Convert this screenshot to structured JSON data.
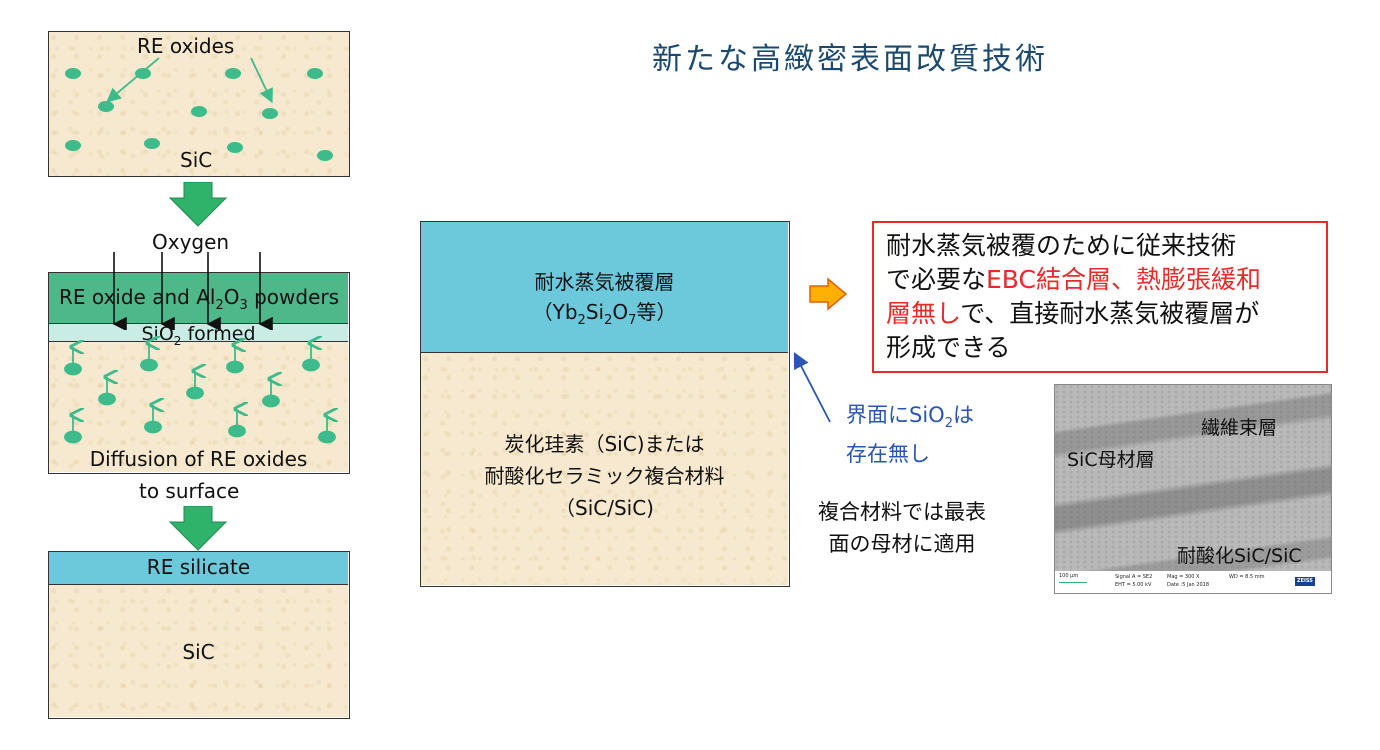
{
  "title": "新たな高緻密表面改質技術",
  "colors": {
    "dot": "#3dbb8a",
    "arrow_green": "#2fb36b",
    "sand": "#f6e9cf",
    "powder_layer": "#4fb88a",
    "silica_layer": "#c9ece4",
    "silicate_layer": "#6cc9dc",
    "coating_layer": "#6cc9dc",
    "orange_arrow": "#ffb000",
    "red_text": "#e82a2a",
    "blue_text": "#2a55b0",
    "title_color": "#1c4a6e"
  },
  "left": {
    "top_box": {
      "re_oxides": "RE oxides",
      "sic": "SiC"
    },
    "oxygen": "Oxygen",
    "middle_box": {
      "powders_prefix": "RE oxide and Al",
      "al_sub": "2",
      "o_label": "O",
      "o_sub": "3",
      "powders_suffix": " powders",
      "sio2_si": "SiO",
      "sio2_sub": "2",
      "sio2_suffix": " formed",
      "diffusion": "Diffusion of RE oxides"
    },
    "to_surface": "to surface",
    "bottom_box": {
      "silicate": "RE silicate",
      "sic": "SiC"
    }
  },
  "center": {
    "coating_label": "耐水蒸気被覆層",
    "coating_formula_prefix": "（Yb",
    "coating_sub1": "2",
    "coating_si": "Si",
    "coating_sub2": "2",
    "coating_o": "O",
    "coating_sub3": "7",
    "coating_formula_suffix": "等）",
    "substrate_line1": "炭化珪素（SiC)または",
    "substrate_line2": "耐酸化セラミック複合材料",
    "substrate_line3": "（SiC/SiC)"
  },
  "callout": {
    "p1": "耐水蒸気被覆のために従来技術",
    "p2": "で必要な",
    "p3_red": "EBC結合層、熱膨張緩和",
    "p4_red": "層無し",
    "p5": "で、直接耐水蒸気被覆層が",
    "p6": "形成できる"
  },
  "interface_note": {
    "prefix": "界面に",
    "si": "SiO",
    "sub": "2",
    "suffix": "は",
    "line2": "存在無し"
  },
  "composite_note": {
    "line1": "複合材料では最表",
    "line2": "面の母材に適用"
  },
  "micrograph": {
    "label_fiber": "繊維束層",
    "label_matrix": "SiC母材層",
    "label_bottom": "耐酸化SiC/SiC",
    "scale": "100 µm",
    "signal": "Signal A = SE2",
    "eht": "EHT = 5.00 kV",
    "mag": "Mag = 300 X",
    "date": "Date :5 Jan 2018",
    "wd": "WD = 8.5 mm",
    "brand": "ZEISS"
  }
}
